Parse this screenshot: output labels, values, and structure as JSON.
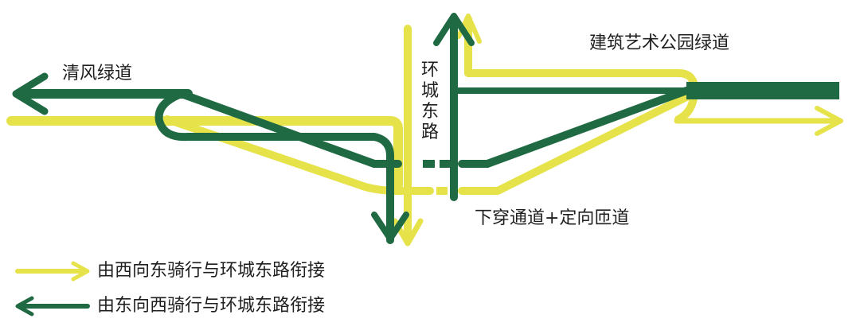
{
  "labels": {
    "qingfeng": "清风绿道",
    "jianzhu": "建筑艺术公园绿道",
    "ring_road": "环城东路",
    "underpass": "下穿通道+定向匝道"
  },
  "legend": [
    {
      "text": "由西向东骑行与环城东路衔接",
      "color": "#e6e24a",
      "direction": "east"
    },
    {
      "text": "由东向西骑行与环城东路衔接",
      "color": "#1f6a43",
      "direction": "west"
    }
  ],
  "colors": {
    "yellow": "#e6e24a",
    "green": "#1f6a43"
  }
}
